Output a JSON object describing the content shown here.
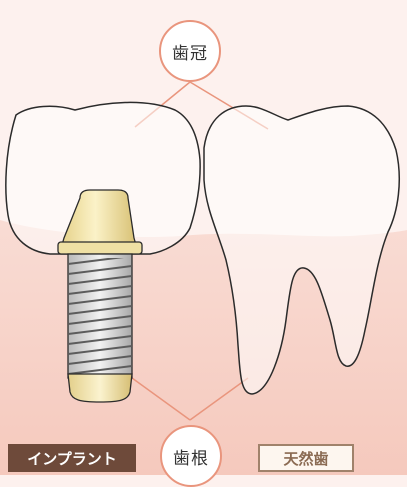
{
  "labels": {
    "crown": "歯冠",
    "root": "歯根"
  },
  "tags": {
    "implant": "インプラント",
    "natural": "天然歯"
  },
  "colors": {
    "background_upper": "#fdf1ee",
    "gum": "#f7d2c9",
    "leader_line": "#e9957d",
    "implant_tag_bg": "#6e4a3a",
    "natural_tag_border": "#a0826b"
  }
}
